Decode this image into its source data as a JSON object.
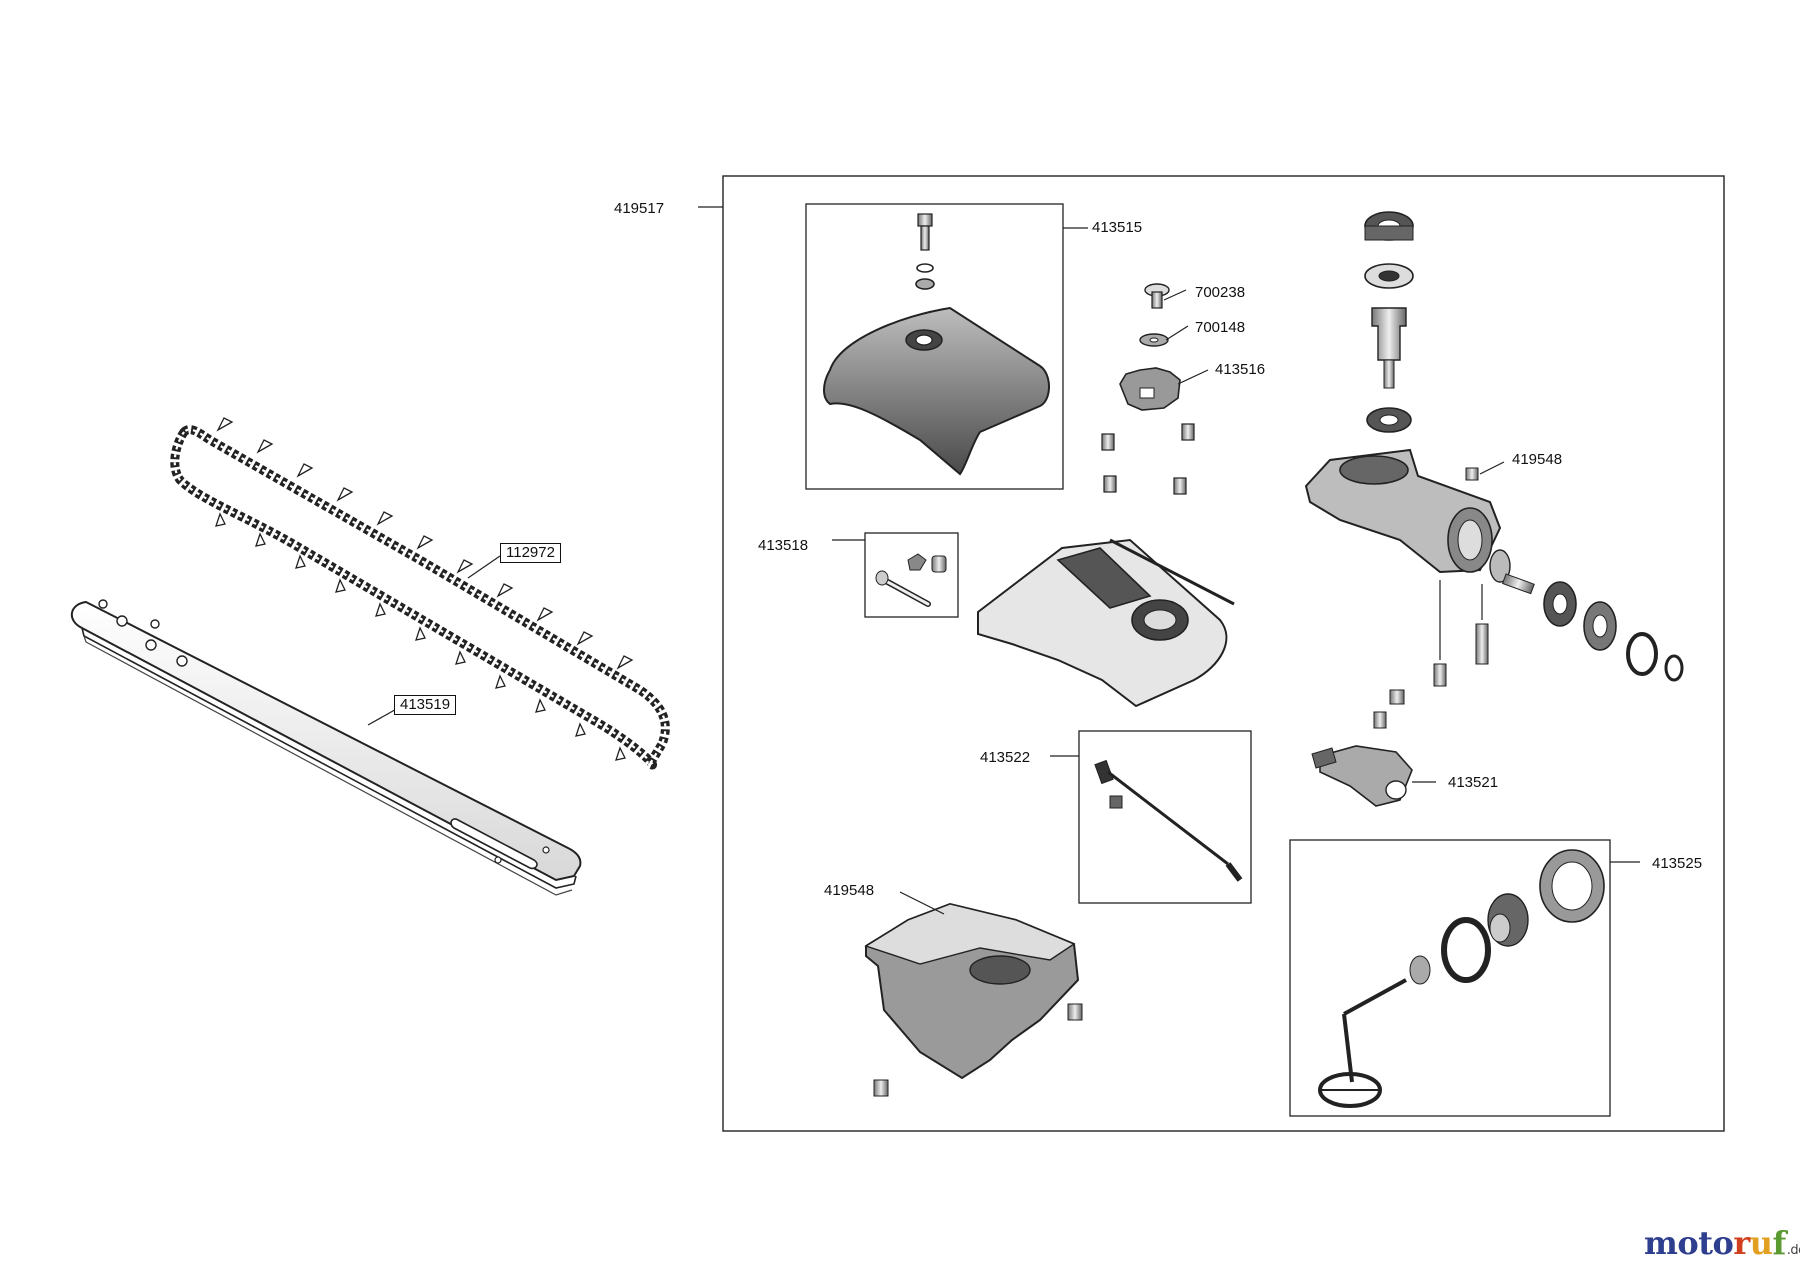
{
  "labels": {
    "assembly": "419517",
    "chain": "112972",
    "bar": "413519",
    "cover_kit": "413515",
    "screw": "700238",
    "washer": "700148",
    "sprocket": "413516",
    "pin_kit": "413518",
    "gearbox_fitting": "419548",
    "oiler_kit": "413522",
    "tensioner": "413521",
    "housing": "419548",
    "oil_pump_kit": "413525"
  },
  "logo": {
    "parts": [
      "m",
      "o",
      "t",
      "o",
      "r",
      "u",
      "f"
    ],
    "colors": [
      "#2f3f8f",
      "#2f3f8f",
      "#2f3f8f",
      "#2f3f8f",
      "#d04020",
      "#e2a020",
      "#5a9a30"
    ],
    "tld": ".de"
  }
}
